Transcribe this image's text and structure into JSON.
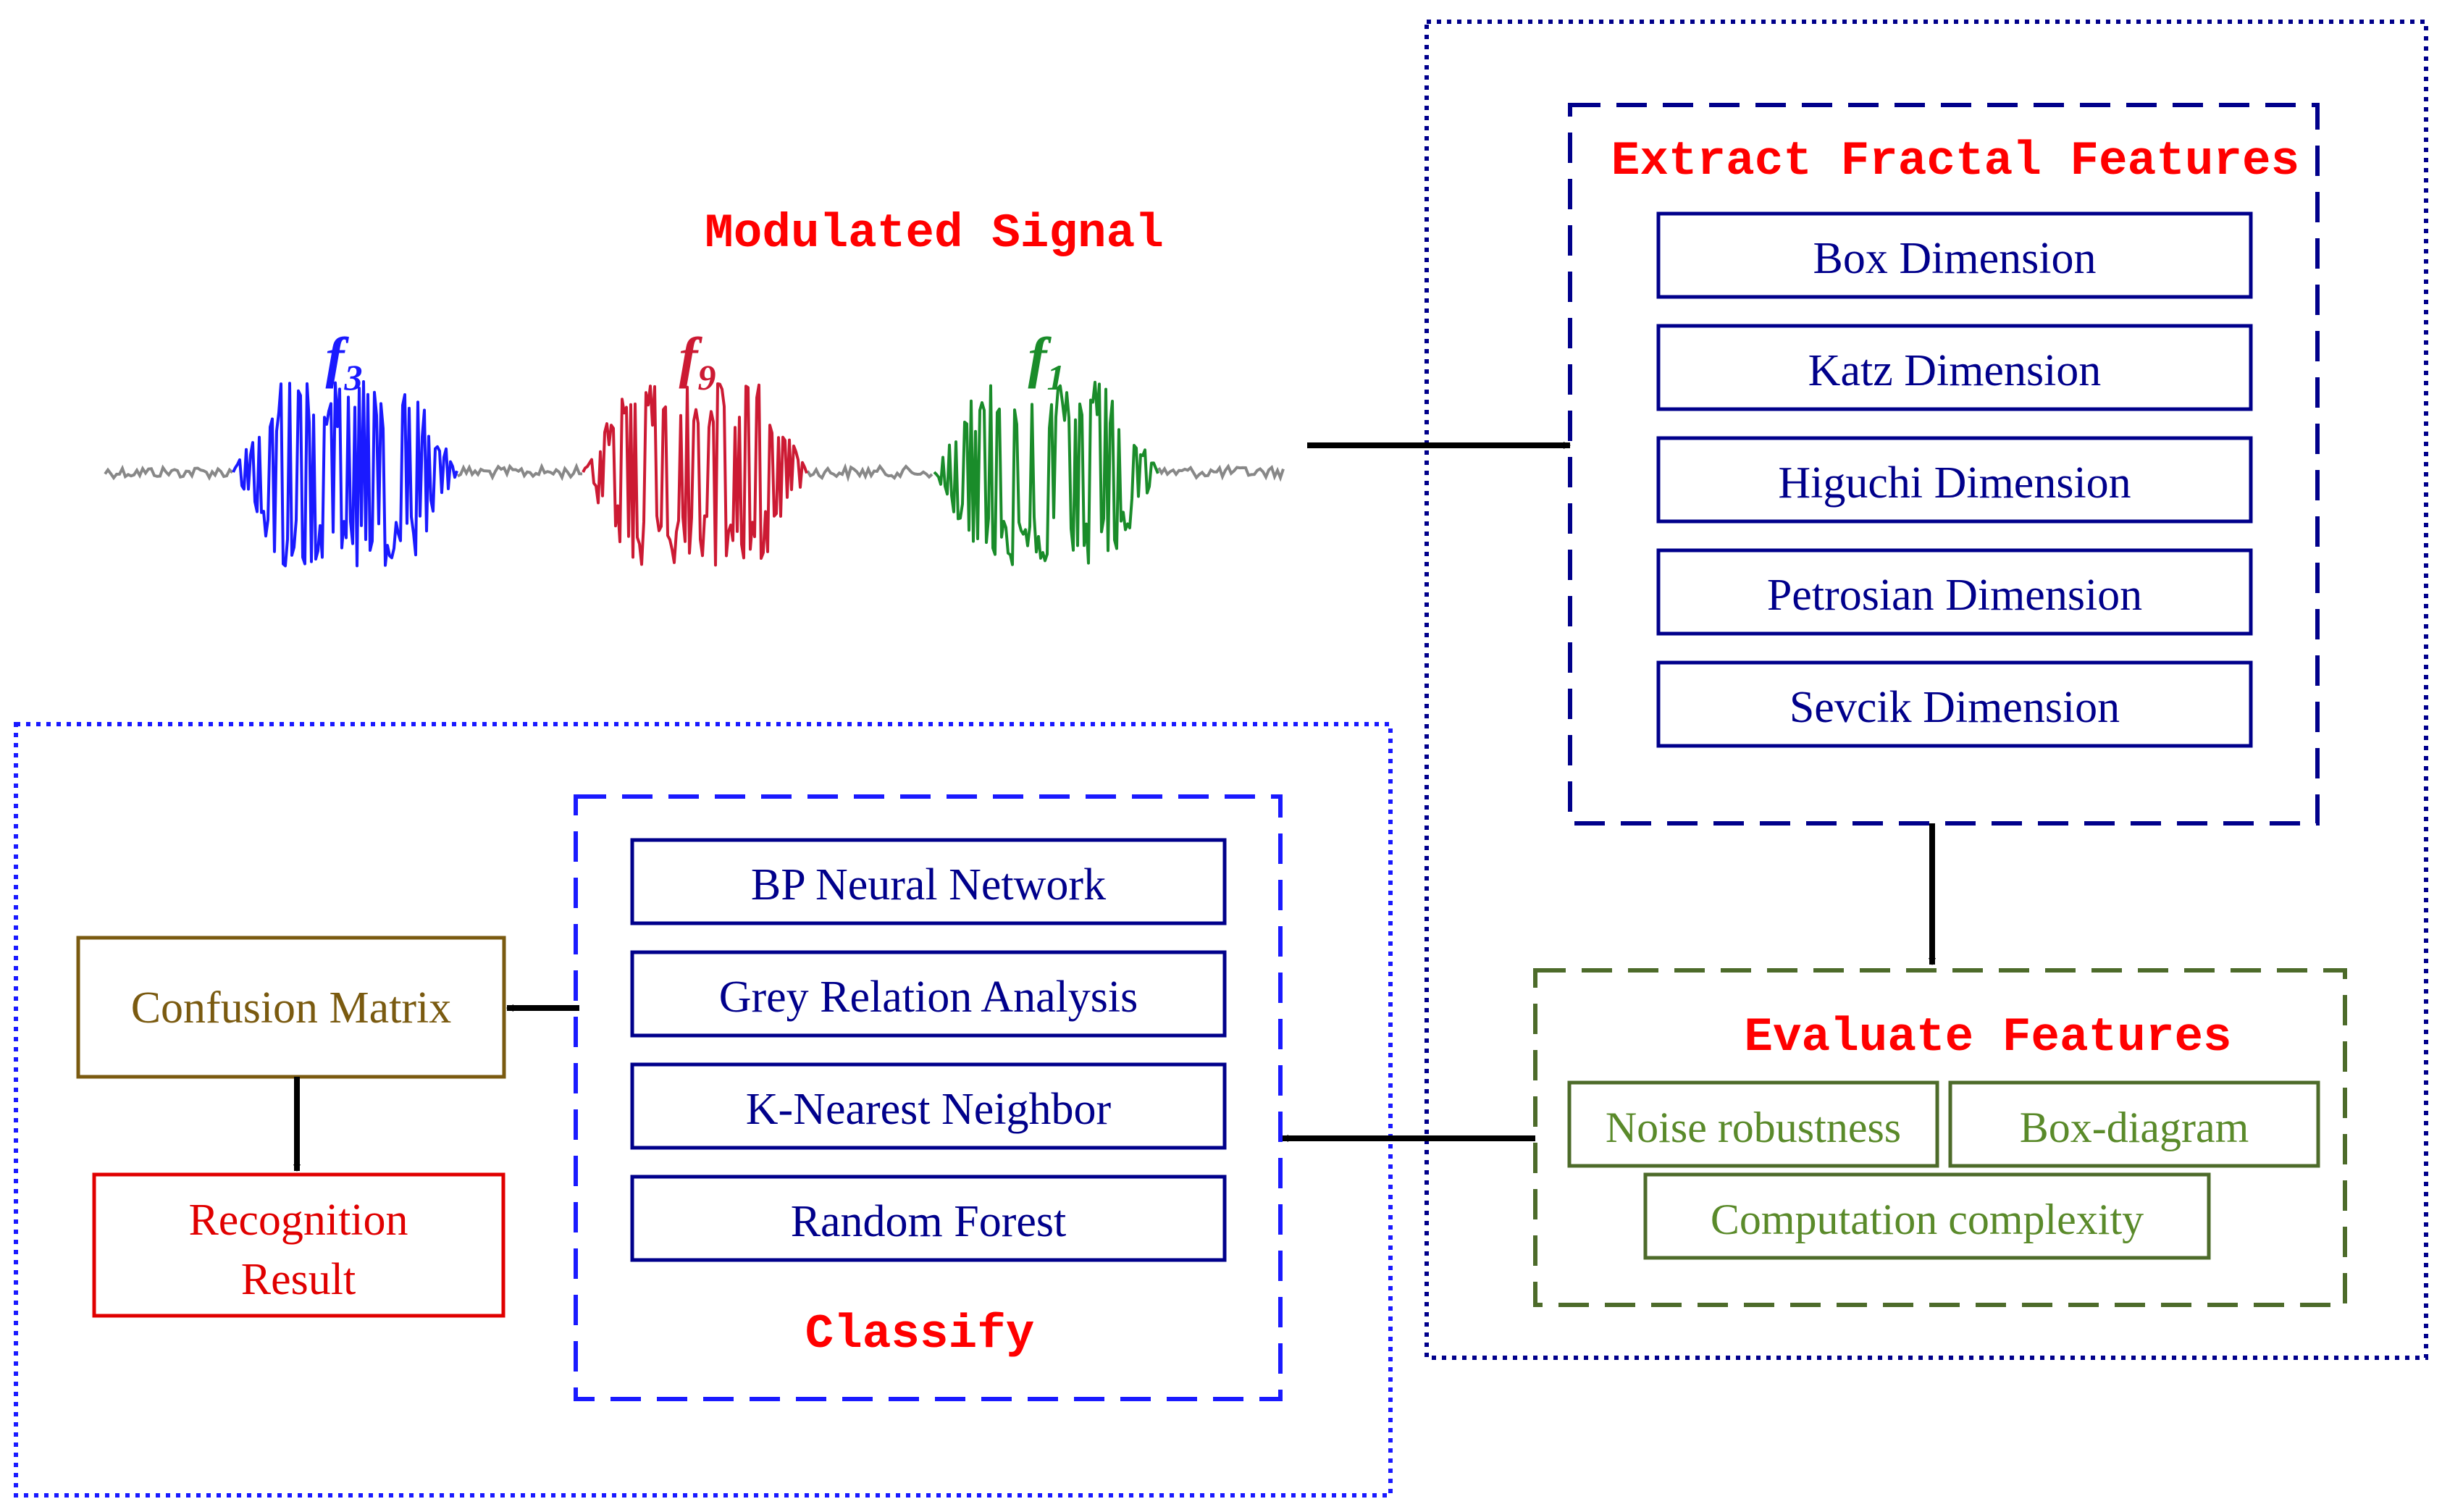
{
  "modulated_signal": {
    "title": "Modulated Signal",
    "bursts": [
      {
        "label": "f",
        "subscript": "3",
        "color": "#1a1aff"
      },
      {
        "label": "f",
        "subscript": "9",
        "color": "#cc1a33"
      },
      {
        "label": "f",
        "subscript": "1",
        "color": "#1a8c2a"
      }
    ],
    "noise_color": "#888888"
  },
  "extract": {
    "title": "Extract Fractal Features",
    "items": [
      "Box Dimension",
      "Katz Dimension",
      "Higuchi Dimension",
      "Petrosian Dimension",
      "Sevcik Dimension"
    ]
  },
  "evaluate": {
    "title": "Evaluate Features",
    "items": [
      "Noise robustness",
      "Box-diagram",
      "Computation complexity"
    ]
  },
  "classify": {
    "title": "Classify",
    "items": [
      "BP Neural Network",
      "Grey Relation Analysis",
      "K-Nearest Neighbor",
      "Random Forest"
    ]
  },
  "confusion": {
    "label": "Confusion Matrix"
  },
  "recognition": {
    "line1": "Recognition",
    "line2": "Result"
  },
  "colors": {
    "title_red": "#ff0000",
    "navy": "#00008b",
    "blue_dash": "#1a1aff",
    "olive_green": "#4d6b2a",
    "green_text": "#5a8a2a",
    "brown": "#7a5a10",
    "red_box": "#e00000",
    "black": "#000000"
  }
}
